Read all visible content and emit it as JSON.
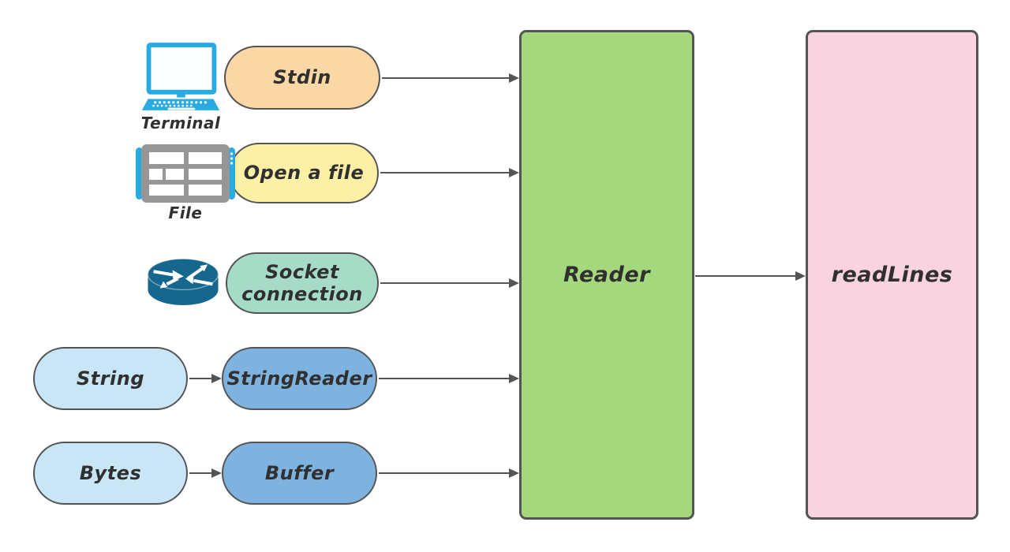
{
  "diagram": {
    "nodes": {
      "stdin": {
        "label": "Stdin",
        "fill": "#FAD7A4"
      },
      "open_file": {
        "label": "Open a file",
        "fill": "#FBF0A5"
      },
      "socket": {
        "label": "Socket connection",
        "fill": "#A6DBC8"
      },
      "string": {
        "label": "String",
        "fill": "#C9E6F7"
      },
      "string_reader": {
        "label": "StringReader",
        "fill": "#7FB3DF"
      },
      "bytes": {
        "label": "Bytes",
        "fill": "#C9E6F7"
      },
      "buffer": {
        "label": "Buffer",
        "fill": "#7FB3DF"
      },
      "reader": {
        "label": "Reader",
        "fill": "#A5D87C"
      },
      "read_lines": {
        "label": "readLines",
        "fill": "#F9D3DF"
      }
    },
    "icons": {
      "terminal": {
        "name": "terminal-icon",
        "caption": "Terminal",
        "color": "#29ABE2"
      },
      "file": {
        "name": "file-icon",
        "caption": "File",
        "color": "#969696",
        "accent": "#29ABE2"
      },
      "router": {
        "name": "router-icon",
        "color": "#16678D"
      }
    },
    "edges": [
      {
        "from": "Stdin",
        "to": "Reader"
      },
      {
        "from": "Open a file",
        "to": "Reader"
      },
      {
        "from": "Socket connection",
        "to": "Reader"
      },
      {
        "from": "String",
        "to": "StringReader"
      },
      {
        "from": "StringReader",
        "to": "Reader"
      },
      {
        "from": "Bytes",
        "to": "Buffer"
      },
      {
        "from": "Buffer",
        "to": "Reader"
      },
      {
        "from": "Reader",
        "to": "readLines"
      }
    ],
    "colors": {
      "background": "#FFFFFF",
      "stroke": "#545454",
      "text": "#303030"
    }
  }
}
